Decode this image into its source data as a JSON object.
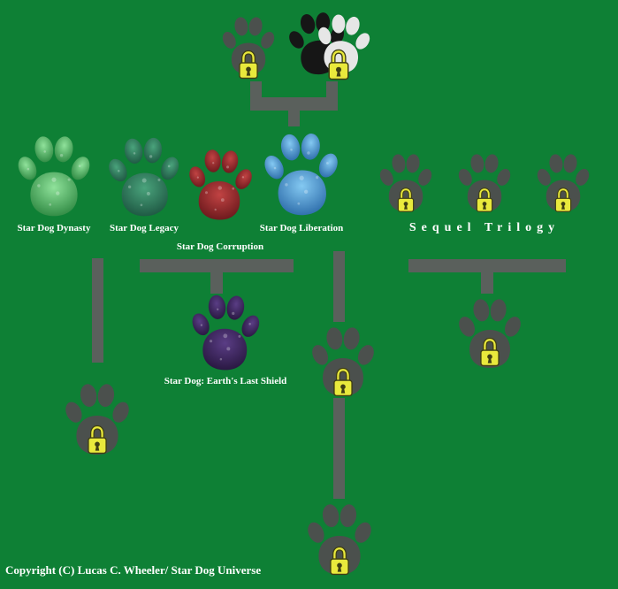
{
  "colors": {
    "background": "#0e8035",
    "connector": "#5a605c",
    "label_text": "#ffffff",
    "paw_gray": "#4b504d",
    "paw_black": "#161616",
    "paw_white": "#e6e6e6",
    "lock_body": "#e9e93c",
    "lock_dark": "#3f3f14",
    "dynasty_light": "#90e29b",
    "dynasty_dark": "#1e7a33",
    "legacy_light": "#4aa37c",
    "legacy_dark": "#164a38",
    "corruption_light": "#c14343",
    "corruption_dark": "#5c1115",
    "liberation_light": "#84c9f2",
    "liberation_dark": "#1e5d9e",
    "shield_light": "#5a3d85",
    "shield_dark": "#1f1033"
  },
  "icons": {
    "lock_icon": "padlock",
    "paw_icon": "paw-print"
  },
  "nodes": {
    "root_locked_left": {
      "state": "locked"
    },
    "root_locked_right": {
      "state": "locked"
    },
    "dynasty": {
      "label": "Star Dog Dynasty",
      "state": "unlocked"
    },
    "legacy": {
      "label": "Star Dog Legacy",
      "state": "unlocked"
    },
    "corruption": {
      "label": "Star Dog Corruption",
      "state": "unlocked"
    },
    "liberation": {
      "label": "Star Dog Liberation",
      "state": "unlocked"
    },
    "sequel_trilogy": {
      "label": "Sequel Trilogy",
      "state": "locked",
      "entries": 3
    },
    "earths_last_shield": {
      "label": "Star Dog: Earth's Last Shield",
      "state": "unlocked"
    },
    "dynasty_child_locked": {
      "state": "locked"
    },
    "liberation_child_locked": {
      "state": "locked"
    },
    "sequel_child_locked": {
      "state": "locked"
    },
    "liberation_grandchild_locked": {
      "state": "locked"
    }
  },
  "footer": {
    "copyright": "Copyright (C) Lucas C. Wheeler/ Star Dog Universe"
  }
}
